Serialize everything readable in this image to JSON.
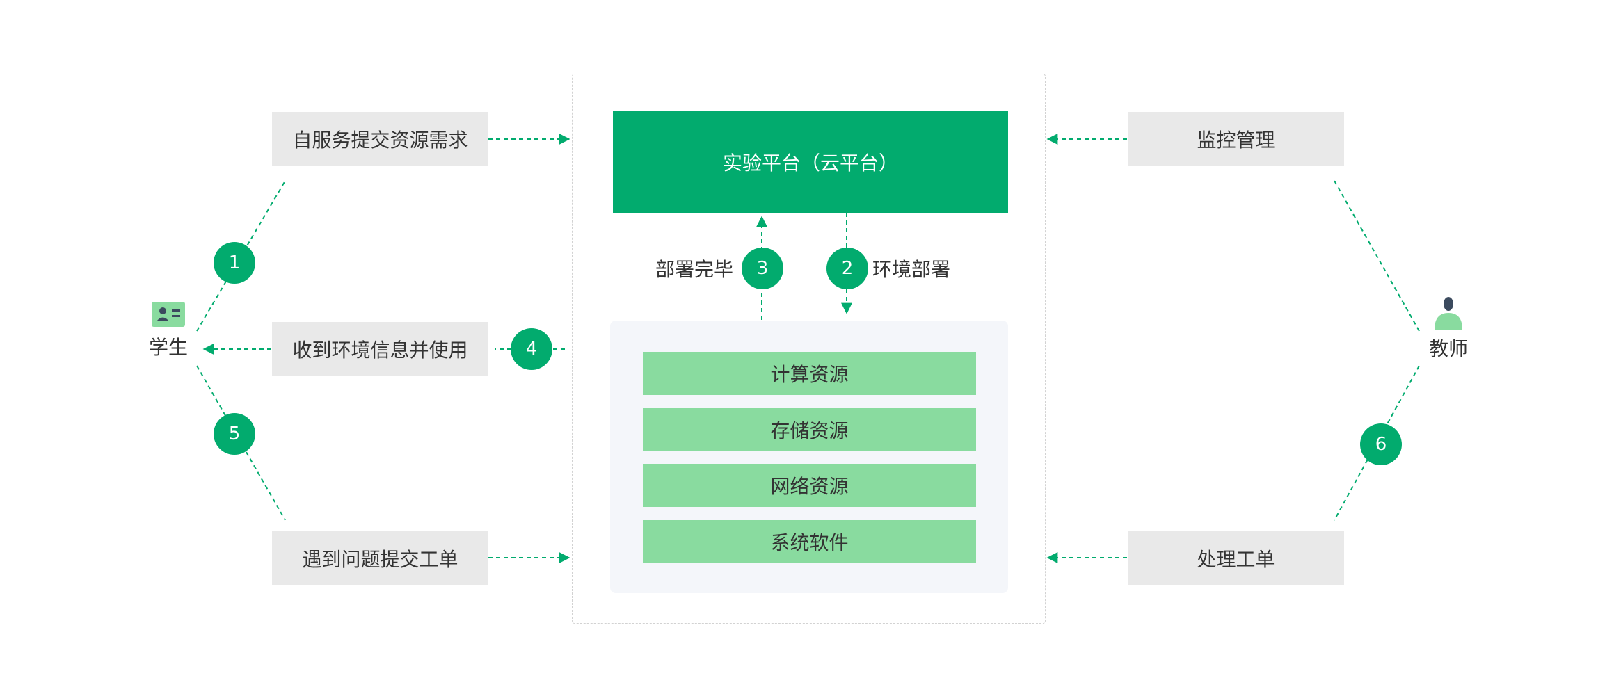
{
  "colors": {
    "accent": "#02ab6e",
    "resource": "#89db9f",
    "box_gray": "#e9e9e9",
    "panel": "#f4f6fa",
    "actor_icon_dark": "#3b4a5e"
  },
  "actors": {
    "student": {
      "label": "学生",
      "icon": "id-card-icon"
    },
    "teacher": {
      "label": "教师",
      "icon": "person-icon"
    }
  },
  "student_actions": {
    "submit_request": "自服务提交资源需求",
    "receive_env": "收到环境信息并使用",
    "submit_ticket": "遇到问题提交工单"
  },
  "teacher_actions": {
    "monitor": "监控管理",
    "handle_ticket": "处理工单"
  },
  "platform": {
    "title": "实验平台（云平台）",
    "resources": [
      "计算资源",
      "存储资源",
      "网络资源",
      "系统软件"
    ]
  },
  "flow": {
    "deploy_done": "部署完毕",
    "env_deploy": "环境部署"
  },
  "steps": [
    "1",
    "2",
    "3",
    "4",
    "5",
    "6"
  ]
}
